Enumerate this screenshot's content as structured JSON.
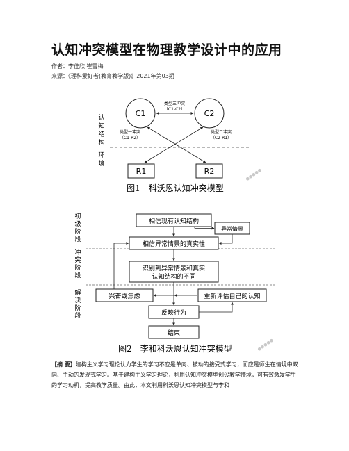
{
  "article": {
    "title": "认知冲突模型在物理教学设计中的应用",
    "author": "作者：李佳欣 崔雪梅",
    "source": "来源：《理科爱好者(教育教学版)》2021年第03期"
  },
  "figure1": {
    "side_top": [
      "认",
      "知",
      "结",
      "构"
    ],
    "side_bottom": [
      "环",
      "境"
    ],
    "c1": "C1",
    "c2": "C2",
    "type3": "类型三冲突",
    "type3_sub": "（C1-C2）",
    "type1": "类型一冲突",
    "type1_sub": "（C1-R2）",
    "type2": "类型二冲突",
    "type2_sub": "（C2-R1）",
    "r1": "R1",
    "r2": "R2",
    "caption": "图1　科沃恩认知冲突模型"
  },
  "figure2": {
    "stage1": [
      "初",
      "级",
      "阶",
      "段"
    ],
    "stage2": [
      "冲",
      "突",
      "阶",
      "段"
    ],
    "stage3": [
      "解",
      "决",
      "阶",
      "段"
    ],
    "box_believe": "相信现有认知结构",
    "box_anomaly": "异常情景",
    "box_truth": "相信异常情景的真实性",
    "box_identify_1": "识别到异常情景和真实",
    "box_identify_2": "认知结构的不同",
    "box_excite": "兴奋或焦虑",
    "box_reevaluate": "重新评估自己的认知",
    "box_react": "反映行为",
    "box_end": "结束",
    "caption": "图2　李和科沃恩认知冲突模型"
  },
  "abstract": {
    "tag": "【摘 要】",
    "text": "建构主义学习理论认为学生的学习不应是单向、被动的接受式学习，而应是师生在情境中双向、主动的发现式学习。基于建构主义学习理论，利用认知冲突模型创设教学情境，可有效激发学生的学习动机，提高教学质量。由此，本文利用科沃恩认知冲突模型与李和"
  }
}
